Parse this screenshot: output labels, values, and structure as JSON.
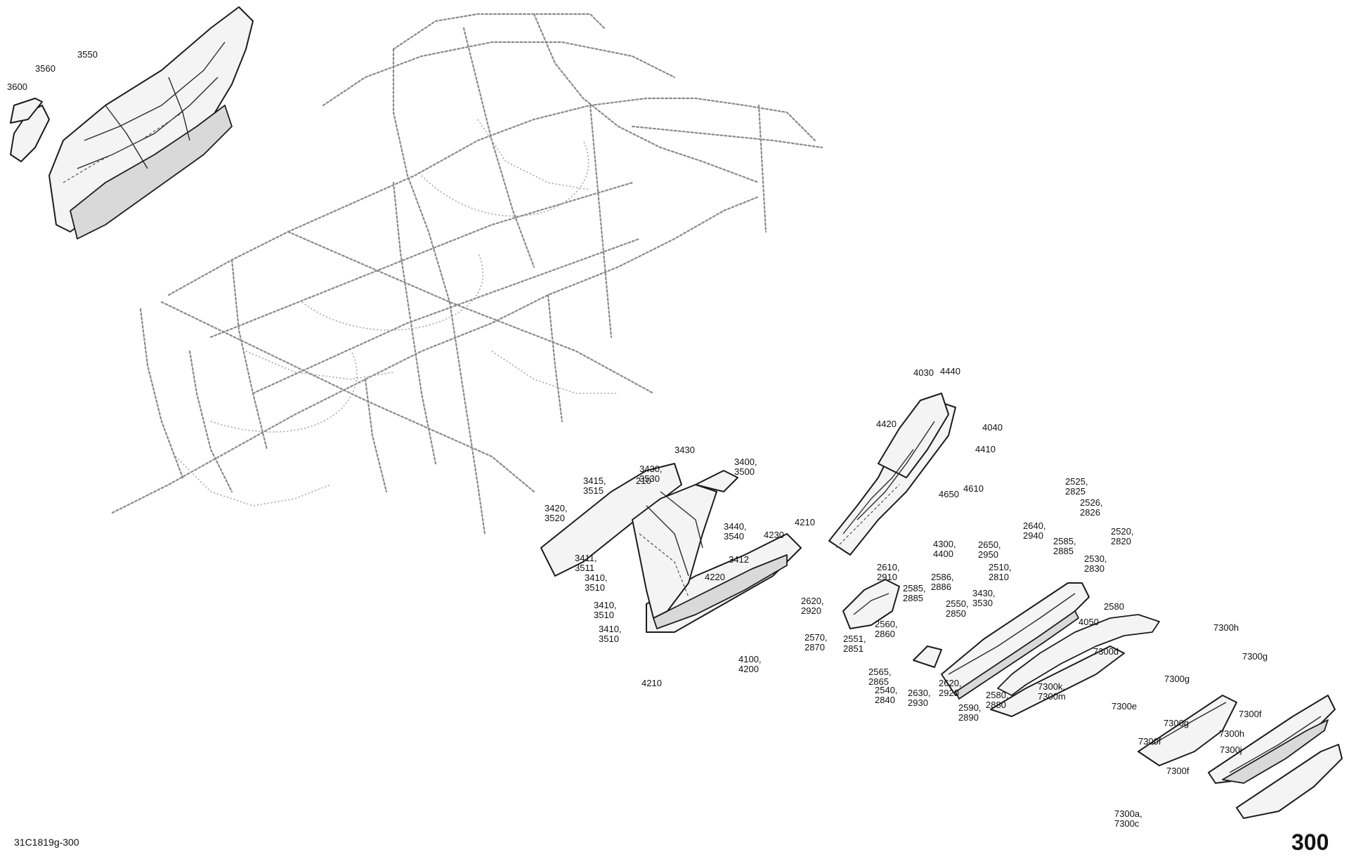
{
  "figure_id": "31C1819g-300",
  "page_number": "300",
  "callouts": [
    "3550",
    "3560",
    "3600",
    "4030",
    "4440",
    "4040",
    "4420",
    "4410",
    "4650",
    "4610",
    "3430",
    "3400,\n3500",
    "3415,\n3515",
    "210",
    "3430,\n3530",
    "3420,\n3520",
    "4210",
    "4230",
    "3440,\n3540",
    "3412",
    "3411,\n3511",
    "3410,\n3510",
    "3410,\n3510",
    "4220",
    "3410,\n3510",
    "4100,\n4200",
    "4210",
    "4300,\n4400",
    "2525,\n2825",
    "2526,\n2826",
    "2520,\n2820",
    "2640,\n2940",
    "2585,\n2885",
    "2650,\n2950",
    "2530,\n2830",
    "2510,\n2810",
    "2610,\n2910",
    "2586,\n2886",
    "2585,\n2885",
    "3430,\n3530",
    "2580",
    "2620,\n2920",
    "2550,\n2850",
    "4050",
    "2570,\n2870",
    "2560,\n2860",
    "2551,\n2851",
    "2565,\n2865",
    "2620,\n2920",
    "2540,\n2840",
    "2630,\n2930",
    "2590,\n2890",
    "2580,\n2880",
    "7300d",
    "7300k,\n7300m",
    "7300h",
    "7300g",
    "7300g",
    "7300e",
    "7300f",
    "7300g",
    "7300h",
    "7300f",
    "7300j",
    "7300f",
    "7300a,\n7300c"
  ]
}
